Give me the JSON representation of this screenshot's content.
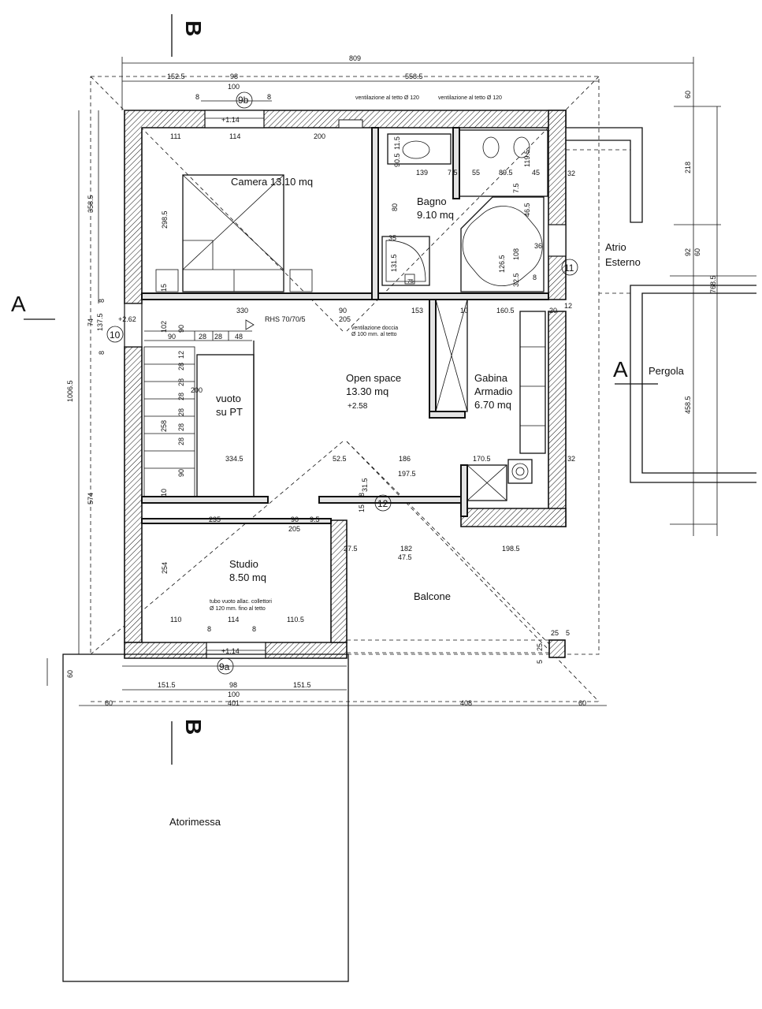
{
  "section_marks": {
    "a": "A",
    "b": "B"
  },
  "rooms": [
    {
      "id": "camera",
      "lines": [
        "Camera 13.10 mq"
      ]
    },
    {
      "id": "bagno",
      "lines": [
        "Bagno",
        "9.10 mq"
      ]
    },
    {
      "id": "open-space",
      "lines": [
        "Open space",
        "13.30 mq",
        "+2.58"
      ]
    },
    {
      "id": "gabina",
      "lines": [
        "Gabina",
        "Armadio",
        "6.70 mq"
      ]
    },
    {
      "id": "vuoto",
      "lines": [
        "vuoto",
        "su PT"
      ]
    },
    {
      "id": "studio",
      "lines": [
        "Studio",
        "8.50 mq"
      ]
    },
    {
      "id": "balcone",
      "lines": [
        "Balcone"
      ]
    },
    {
      "id": "atrio",
      "lines": [
        "Atrio",
        "Esterno"
      ]
    },
    {
      "id": "pergola",
      "lines": [
        "Pergola"
      ]
    },
    {
      "id": "atorimessa",
      "lines": [
        "Atorimessa"
      ]
    }
  ],
  "window_tags": [
    "9b",
    "9a",
    "10",
    "11",
    "12"
  ],
  "levels": [
    "+1.14",
    "+1.14",
    "+2.62"
  ],
  "notes": {
    "vent_1": "ventilazione al tetto Ø 120",
    "vent_2": "ventilazione al tetto Ø 120",
    "rhs": "RHS 70/70/5",
    "doccia_1": "ventilazione doccia",
    "doccia_2": "Ø 100 mm. al tetto",
    "tubo_1": "tubo vuoto allac. collettori",
    "tubo_2": "Ø 120 mm. fino al tetto"
  },
  "dimensions": {
    "top_total": "809",
    "top_left": "152.5",
    "top_right": "558.5",
    "top_win": "98",
    "top_win2": "100",
    "top_8a": "8",
    "top_8b": "8",
    "cam_111": "111",
    "cam_114": "114",
    "cam_200": "200",
    "cam_2985": "298.5",
    "bath_115": "11.5",
    "bath_905": "90.5",
    "bath_139": "139",
    "bath_75a": "7.5",
    "bath_55": "55",
    "bath_895": "89.5",
    "bath_45": "45",
    "bath_1195": "119.5",
    "bath_75b": "7.5",
    "bath_80": "80",
    "bath_465": "46.5",
    "bath_35": "35",
    "bath_36": "36",
    "bath_1315": "131.5",
    "bath_75c": "75",
    "bath_108": "108",
    "bath_1265": "126.5",
    "bath_325": "32.5",
    "bath_8": "8",
    "r_32a": "32",
    "r_218": "218",
    "r_60a": "60",
    "r_92": "92",
    "r_60b": "60",
    "r_7685": "768.5",
    "r_20": "20",
    "r_12": "12",
    "r_4585": "458.5",
    "r_32b": "32",
    "l_3585": "358.5",
    "l_8a": "8",
    "l_8b": "8",
    "l_74": "74",
    "l_1375": "137.5",
    "l_10065": "1006.5",
    "l_574": "574",
    "mid_15": "15",
    "mid_330": "330",
    "mid_90": "90",
    "mid_205": "205",
    "mid_153": "153",
    "mid_10": "10",
    "mid_1605": "160.5",
    "st_102": "102",
    "st_90a": "90",
    "st_90b": "90",
    "st_28a": "28",
    "st_28b": "28",
    "st_48": "48",
    "st_12": "12",
    "st_28c": "28",
    "st_28d": "28",
    "st_28e": "28",
    "st_28f": "28",
    "st_28g": "28",
    "st_28h": "28",
    "st_200": "200",
    "st_258": "258",
    "st_90c": "90",
    "st_10": "10",
    "os_3345": "334.5",
    "os_525": "52.5",
    "os_186": "186",
    "os_1705": "170.5",
    "os_1975": "197.5",
    "os_8": "8",
    "os_315": "31.5",
    "os_15": "15",
    "s_235": "235",
    "s_90": "90",
    "s_95": "9.5",
    "s_205": "205",
    "s_254": "254",
    "s_275": "27.5",
    "s_182": "182",
    "s_475": "47.5",
    "s_1985": "198.5",
    "s_110a": "110",
    "s_114": "114",
    "s_1105": "110.5",
    "s_8a": "8",
    "s_8b": "8",
    "s_25a": "25",
    "s_5a": "5",
    "s_25b": "25",
    "s_5b": "5",
    "b_60l": "60",
    "b_1515a": "151.5",
    "b_98": "98",
    "b_1515b": "151.5",
    "b_100": "100",
    "b_60a": "60",
    "b_401": "401",
    "b_408": "408",
    "b_60b": "60"
  }
}
